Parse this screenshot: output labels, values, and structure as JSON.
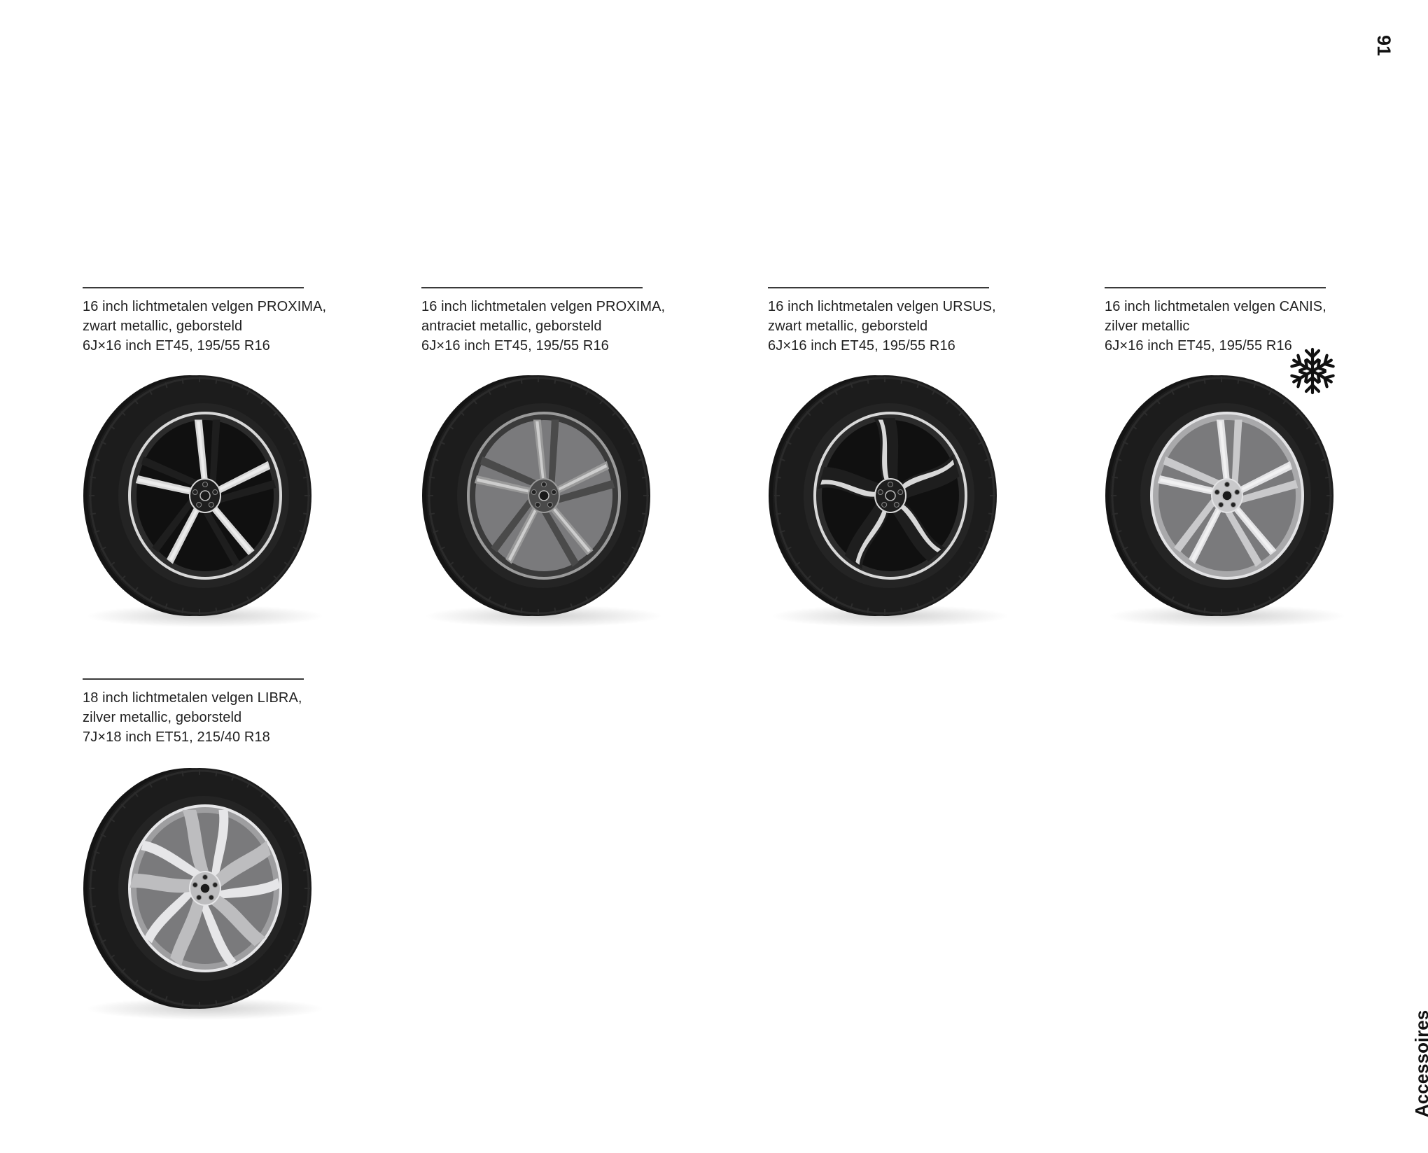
{
  "page": {
    "number": "91",
    "section": "Accessoires"
  },
  "products": [
    {
      "line1": "16 inch lichtmetalen velgen PROXIMA,",
      "line2": "zwart metallic, geborsteld",
      "line3": "6J×16 inch ET45, 195/55 R16",
      "rim_finish": "black-brushed",
      "spokes": "double-5",
      "winter": false
    },
    {
      "line1": "16 inch lichtmetalen velgen PROXIMA,",
      "line2": "antraciet metallic, geborsteld",
      "line3": "6J×16 inch ET45, 195/55 R16",
      "rim_finish": "anthracite-brushed",
      "spokes": "double-5",
      "winter": false
    },
    {
      "line1": "16 inch lichtmetalen velgen URSUS,",
      "line2": "zwart metallic, geborsteld",
      "line3": "6J×16 inch ET45, 195/55 R16",
      "rim_finish": "black-brushed",
      "spokes": "turbine-5",
      "winter": false
    },
    {
      "line1": "16 inch lichtmetalen velgen CANIS,",
      "line2": "zilver metallic",
      "line3": "6J×16 inch ET45, 195/55 R16",
      "rim_finish": "silver",
      "spokes": "double-5",
      "winter": true
    },
    {
      "line1": "18 inch lichtmetalen velgen LIBRA,",
      "line2": "zilver metallic, geborsteld",
      "line3": "7J×18 inch ET51, 215/40 R18",
      "rim_finish": "silver-brushed",
      "spokes": "twisted-5",
      "winter": false
    }
  ],
  "icons": {
    "winter": "snowflake-icon"
  },
  "colors": {
    "tyre": "#1c1c1c",
    "tyre_edge": "#2a2a2a",
    "black_rim": "#1e1e1e",
    "anthracite_rim": "#4a4a4a",
    "silver_rim": "#c9c9cb",
    "brushed_face": "#d8d8d8"
  }
}
